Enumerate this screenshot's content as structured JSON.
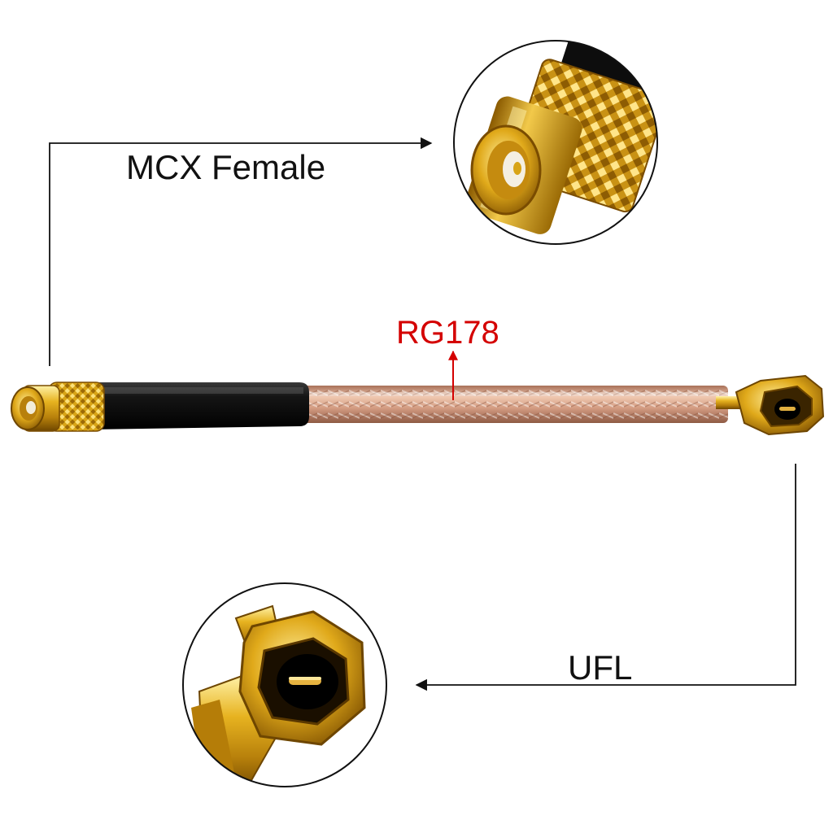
{
  "labels": {
    "mcx": "MCX Female",
    "cable": "RG178",
    "ufl": "UFL"
  },
  "colors": {
    "cable_label": "#d40000",
    "leader_line": "#111111",
    "gold": "#d9a514",
    "gold_dark": "#8a5a00",
    "jacket": "#c89478",
    "sleeve": "#111111"
  },
  "icons": {
    "mcx_detail": "mcx-female-connector-closeup-icon",
    "ufl_detail": "ufl-connector-closeup-icon"
  }
}
